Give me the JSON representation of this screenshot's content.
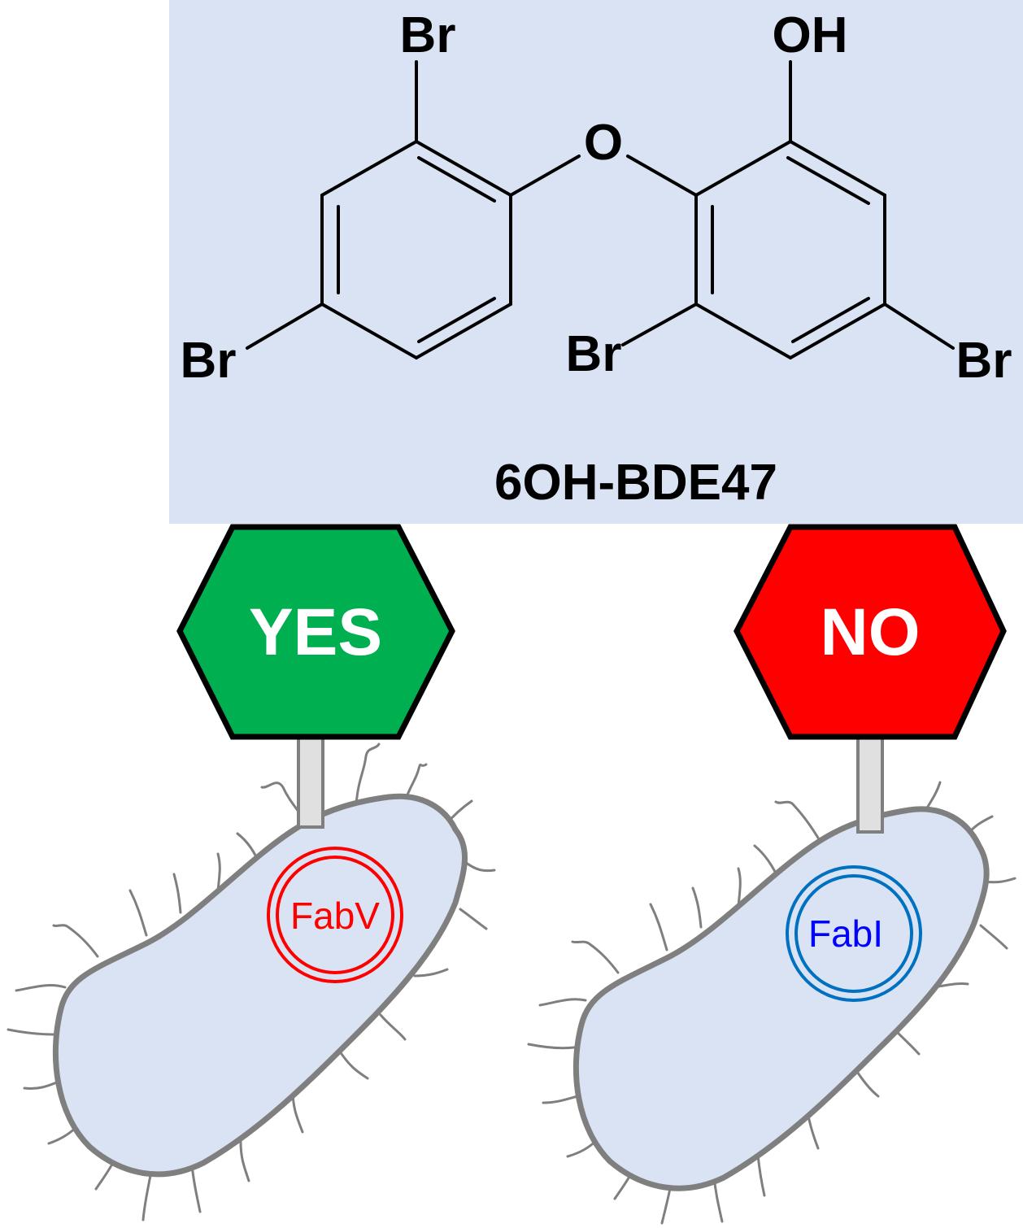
{
  "molecule": {
    "name": "6OH-BDE47",
    "background_color": "#dae3f3",
    "atoms": {
      "br_top": "Br",
      "br_left": "Br",
      "oxygen_bridge": "O",
      "hydroxyl": "OH",
      "br_mid": "Br",
      "br_right": "Br"
    }
  },
  "cells": [
    {
      "sign_label": "YES",
      "sign_color": "#00b050",
      "enzyme_label": "FabV",
      "enzyme_color": "#ff0000"
    },
    {
      "sign_label": "NO",
      "sign_color": "#ff0000",
      "enzyme_label": "FabI",
      "enzyme_color": "#0070c0",
      "enzyme_text_color": "#0000ff"
    }
  ],
  "colors": {
    "cell_fill": "#dae3f3",
    "cell_outline": "#7f7f7f",
    "pole_fill": "#e0e0e0"
  }
}
